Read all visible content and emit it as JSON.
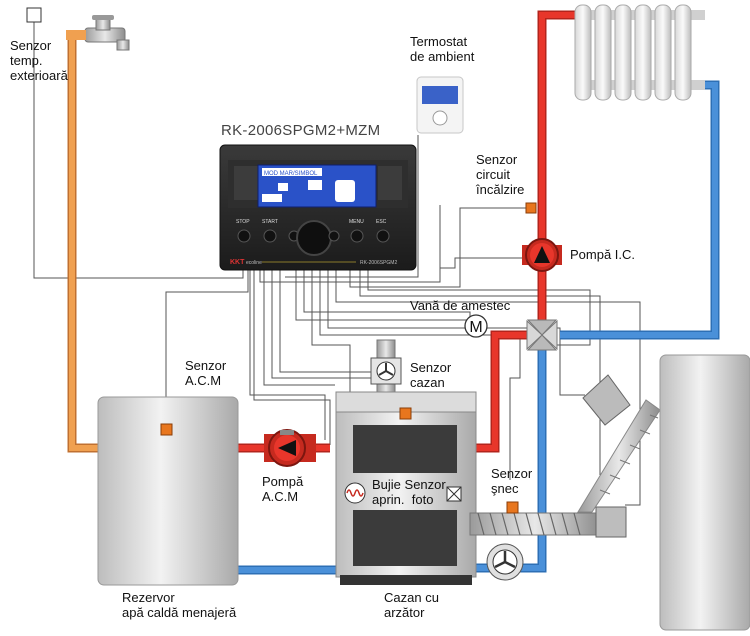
{
  "controller": {
    "model": "RK-2006SPGM2+MZM",
    "display_text": "MOD MAR/SIMBOL",
    "buttons": [
      "STOP",
      "START",
      "",
      "",
      "MENU",
      "ESC"
    ],
    "brand": "KKT",
    "brand_sub": "ecoline",
    "badge": "RK-2006SPGM2"
  },
  "labels": {
    "outdoor_sensor": [
      "Senzor",
      "temp.",
      "exterioară"
    ],
    "room_thermostat": [
      "Termostat",
      "de ambient"
    ],
    "heating_sensor": [
      "Senzor",
      "circuit",
      "încălzire"
    ],
    "heating_pump": "Pompă I.C.",
    "mixing_valve": "Vană de amestec",
    "valve_symbol": "M",
    "dhw_sensor": [
      "Senzor",
      "A.C.M"
    ],
    "boiler_sensor": [
      "Senzor",
      "cazan"
    ],
    "dhw_pump": [
      "Pompă",
      "A.C.M"
    ],
    "igniter_photo": [
      "Bujie Senzor",
      "aprin.  foto"
    ],
    "auger_sensor": [
      "Senzor",
      "şnec"
    ],
    "tank": [
      "Rezervor",
      "apă caldă menajeră"
    ],
    "boiler": [
      "Cazan cu",
      "arzător"
    ]
  },
  "colors": {
    "hot_pipe": "#e8362b",
    "cold_pipe": "#4a90d9",
    "dhw_pipe": "#f0a050",
    "sensor": "#e8761e",
    "controller_body": "#2a2a2a",
    "display": "#2a52c8"
  }
}
